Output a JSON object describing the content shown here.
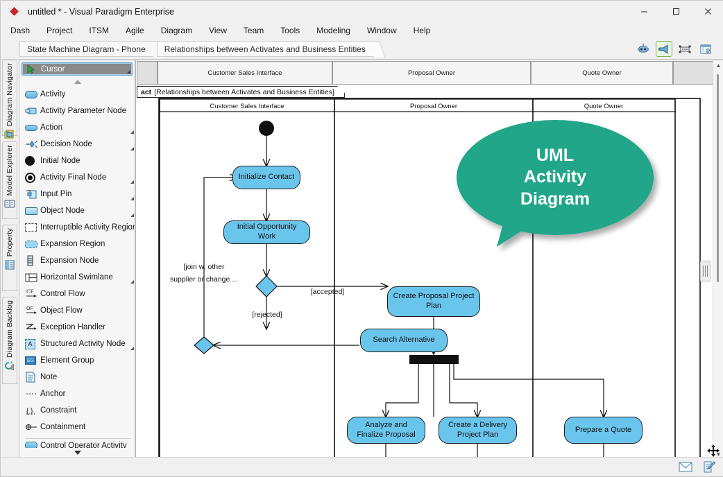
{
  "window": {
    "title": "untitled * - Visual Paradigm Enterprise",
    "logo_icon": "visual-paradigm-diamond-icon",
    "minimize": "—",
    "maximize": "□",
    "close": "✕"
  },
  "menubar": {
    "items": [
      "Dash",
      "Project",
      "ITSM",
      "Agile",
      "Diagram",
      "View",
      "Team",
      "Tools",
      "Modeling",
      "Window",
      "Help"
    ]
  },
  "breadcrumb": {
    "items": [
      "State Machine Diagram - Phone",
      "Relationships between Activates and Business Entities"
    ]
  },
  "toolbar": {
    "icons": [
      {
        "name": "bot-assistant-icon",
        "active": false
      },
      {
        "name": "megaphone-announce-icon",
        "active": true
      },
      {
        "name": "resize-selection-icon",
        "active": false
      },
      {
        "name": "panel-layout-icon",
        "active": false
      }
    ]
  },
  "vertical_tabs": [
    {
      "label": "Diagram Navigator",
      "icon": "diagram-navigator-icon"
    },
    {
      "label": "Model Explorer",
      "icon": "model-explorer-icon"
    },
    {
      "label": "Property",
      "icon": "property-icon"
    },
    {
      "label": "Diagram Backlog",
      "icon": "diagram-backlog-icon"
    }
  ],
  "palette": {
    "selected": {
      "label": "Cursor",
      "icon": "cursor-arrow-icon"
    },
    "scroll_up_icon": "chevron-up-icon",
    "scroll_down_icon": "chevron-down-icon",
    "items": [
      {
        "label": "Activity",
        "icon": "activity-icon",
        "submenu": false
      },
      {
        "label": "Activity Parameter Node",
        "icon": "activity-parameter-node-icon",
        "submenu": false
      },
      {
        "label": "Action",
        "icon": "action-icon",
        "submenu": true
      },
      {
        "label": "Decision Node",
        "icon": "decision-node-icon",
        "submenu": true
      },
      {
        "label": "Initial Node",
        "icon": "initial-node-icon",
        "submenu": false
      },
      {
        "label": "Activity Final Node",
        "icon": "activity-final-node-icon",
        "submenu": true
      },
      {
        "label": "Input Pin",
        "icon": "input-pin-icon",
        "submenu": true
      },
      {
        "label": "Object Node",
        "icon": "object-node-icon",
        "submenu": true
      },
      {
        "label": "Interruptible Activity Region",
        "icon": "interruptible-activity-region-icon",
        "submenu": false
      },
      {
        "label": "Expansion Region",
        "icon": "expansion-region-icon",
        "submenu": false
      },
      {
        "label": "Expansion Node",
        "icon": "expansion-node-icon",
        "submenu": false
      },
      {
        "label": "Horizontal Swimlane",
        "icon": "horizontal-swimlane-icon",
        "submenu": true
      },
      {
        "label": "Control Flow",
        "icon": "control-flow-icon",
        "submenu": false
      },
      {
        "label": "Object Flow",
        "icon": "object-flow-icon",
        "submenu": false
      },
      {
        "label": "Exception Handler",
        "icon": "exception-handler-icon",
        "submenu": false
      },
      {
        "label": "Structured Activity Node",
        "icon": "structured-activity-node-icon",
        "submenu": true
      },
      {
        "label": "Element Group",
        "icon": "element-group-icon",
        "submenu": false
      },
      {
        "label": "Note",
        "icon": "note-icon",
        "submenu": false
      },
      {
        "label": "Anchor",
        "icon": "anchor-icon",
        "submenu": false
      },
      {
        "label": "Constraint",
        "icon": "constraint-icon",
        "submenu": false
      },
      {
        "label": "Containment",
        "icon": "containment-icon",
        "submenu": false
      }
    ],
    "partial_item": {
      "label": "Control Operator Activity",
      "icon": "control-operator-activity-icon"
    }
  },
  "diagram": {
    "frame_keyword": "act",
    "frame_title": "[Relationships between Activates and Business Entities]",
    "lane_headers": [
      "Customer Sales Interface",
      "Proposal Owner",
      "Quote Owner"
    ],
    "lane_titles": [
      "Customer Sales Interface",
      "Proposal Owner",
      "Quote Owner"
    ],
    "colors": {
      "node_fill": "#6ac5ec",
      "node_stroke": "#1b1b1b",
      "bubble_fill": "#23a68a",
      "bubble_text": "#ffffff"
    },
    "nodes": [
      {
        "id": "initial",
        "type": "initial-node",
        "label": "",
        "lane": 0
      },
      {
        "id": "n1",
        "type": "action",
        "label": "Initialize Contact",
        "lane": 0
      },
      {
        "id": "n2",
        "type": "action",
        "label": "Initial Opportunity Work",
        "lane": 0
      },
      {
        "id": "d1",
        "type": "decision-node",
        "label": "",
        "lane": 0
      },
      {
        "id": "n3",
        "type": "action",
        "label": "Search Alternative",
        "lane": 0
      },
      {
        "id": "d2",
        "type": "merge-node",
        "label": "",
        "lane": 0
      },
      {
        "id": "n4",
        "type": "action",
        "label": "Create Proposal Project Plan",
        "lane": 1
      },
      {
        "id": "fork1",
        "type": "fork-bar",
        "label": "",
        "lane": 1
      },
      {
        "id": "n5",
        "type": "action",
        "label": "Analyze and Finalize Proposal",
        "lane": 1
      },
      {
        "id": "n6",
        "type": "action",
        "label": "Create a Delivery Project Plan",
        "lane": 1
      },
      {
        "id": "n7",
        "type": "action",
        "label": "Prepare a Quote",
        "lane": 2
      }
    ],
    "edge_labels": [
      "[join w. other",
      "supplier or change ...",
      "[accepted]",
      "[rejected]"
    ],
    "callout": {
      "lines": [
        "UML",
        "Activity",
        "Diagram"
      ],
      "shape": "speech-bubble"
    }
  },
  "statusbar": {
    "icons": [
      {
        "name": "mail-envelope-icon"
      },
      {
        "name": "note-edit-icon"
      }
    ],
    "pan_cursor_icon": "pan-move-icon"
  },
  "scrollbar": {
    "up_arrow": "▲",
    "down_arrow": "▼",
    "splitter_icon": "splitter-grip-icon"
  }
}
